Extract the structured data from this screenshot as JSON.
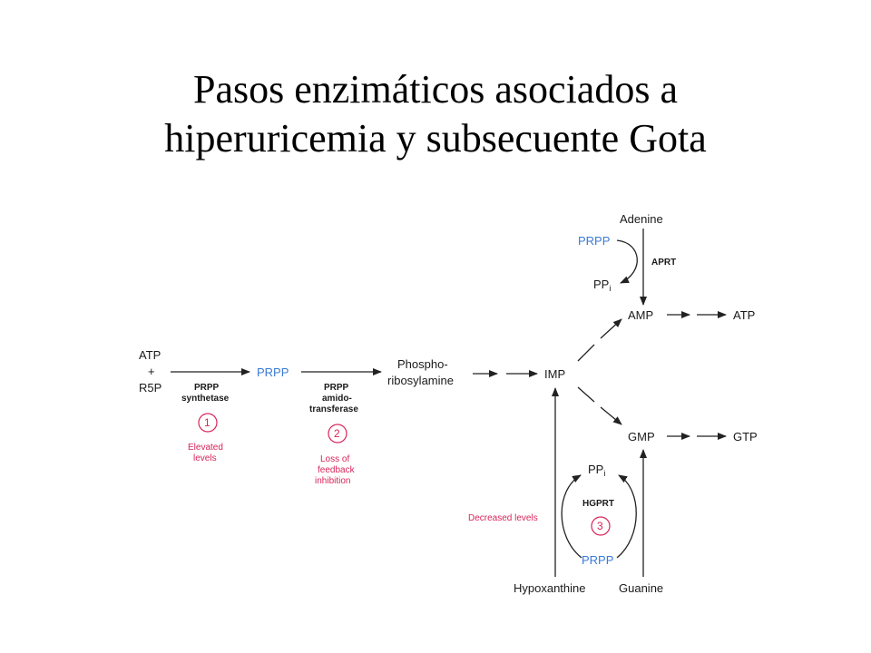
{
  "title": {
    "line1": "Pasos enzimáticos asociados a",
    "line2": "hiperuricemia y subsecuente Gota"
  },
  "diagram": {
    "atp": "ATP",
    "plus": "+",
    "r5p": "R5P",
    "prpp_synthetase_1": "PRPP",
    "prpp_synthetase_2": "synthetase",
    "step1_num": "1",
    "step1_note_1": "Elevated",
    "step1_note_2": "levels",
    "prpp": "PRPP",
    "amido_1": "PRPP",
    "amido_2": "amido-",
    "amido_3": "transferase",
    "step2_num": "2",
    "step2_note_1": "Loss of",
    "step2_note_2": "feedback",
    "step2_note_3": "inhibition",
    "phospho_1": "Phospho-",
    "phospho_2": "ribosylamine",
    "imp": "IMP",
    "adenine": "Adenine",
    "prpp_aprt": "PRPP",
    "ppi_aprt": "PP",
    "ppi_sub": "i",
    "aprt": "APRT",
    "amp": "AMP",
    "atp_out": "ATP",
    "gmp": "GMP",
    "gtp": "GTP",
    "ppi_hgprt": "PP",
    "ppi_hgprt_sub": "i",
    "hgprt": "HGPRT",
    "step3_num": "3",
    "prpp_hgprt": "PRPP",
    "decreased": "Decreased levels",
    "hypoxanthine": "Hypoxanthine",
    "guanine": "Guanine"
  },
  "colors": {
    "blue": "#3a7bd5",
    "pink": "#d9245a",
    "text": "#1a1a1a"
  }
}
